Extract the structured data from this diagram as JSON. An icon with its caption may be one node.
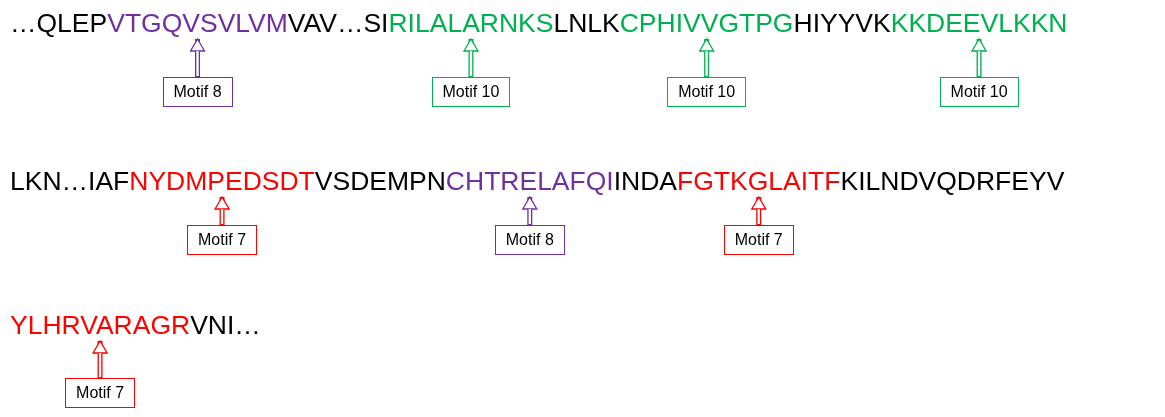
{
  "diagram": {
    "nodes": [
      {
        "text": [
          "VTGQVSVLVM"
        ]
      },
      {
        "text": [
          "RILALARNKS"
        ]
      },
      {
        "text": [
          "CPHIVVGTPG"
        ]
      },
      {
        "text": [
          "KKDEEVLKKN"
        ]
      },
      {
        "text": [
          "Motif 8"
        ]
      },
      {
        "text": [
          "Motif 10"
        ]
      },
      {
        "text": [
          "Motif 10"
        ]
      },
      {
        "text": [
          "Motif 10"
        ]
      },
      {
        "text": [
          "NYDMPEDSDT"
        ]
      },
      {
        "text": [
          "CHTRELAFQI"
        ]
      },
      {
        "text": [
          "FGTKGLAITF"
        ]
      },
      {
        "text": [
          "Motif 7"
        ]
      },
      {
        "text": [
          "Motif 8"
        ]
      },
      {
        "text": [
          "Motif 7"
        ]
      },
      {
        "text": [
          "YLHRVARAGR"
        ]
      },
      {
        "text": [
          "Motif 7"
        ]
      }
    ],
    "edges": [
      {
        "from": 4,
        "to": 0,
        "arrow": "to",
        "color": "#7030a0"
      },
      {
        "from": 5,
        "to": 1,
        "arrow": "to",
        "color": "#00b050"
      },
      {
        "from": 6,
        "to": 2,
        "arrow": "to",
        "color": "#00b050"
      },
      {
        "from": 7,
        "to": 3,
        "arrow": "to",
        "color": "#00b050"
      },
      {
        "from": 11,
        "to": 8,
        "arrow": "to",
        "color": "#ff0000"
      },
      {
        "from": 12,
        "to": 9,
        "arrow": "to",
        "color": "#7030a0"
      },
      {
        "from": 13,
        "to": 10,
        "arrow": "to",
        "color": "#ff0000"
      },
      {
        "from": 15,
        "to": 14,
        "arrow": "to",
        "color": "#ff0000"
      }
    ],
    "labels": [
      "…QLEP",
      "VAV…SI",
      "LNLK",
      "HIYYVK",
      "LKN…IAF",
      "VSDEMPN",
      "INDA",
      "KILNDVQDRFEYV",
      "VNI…"
    ]
  }
}
